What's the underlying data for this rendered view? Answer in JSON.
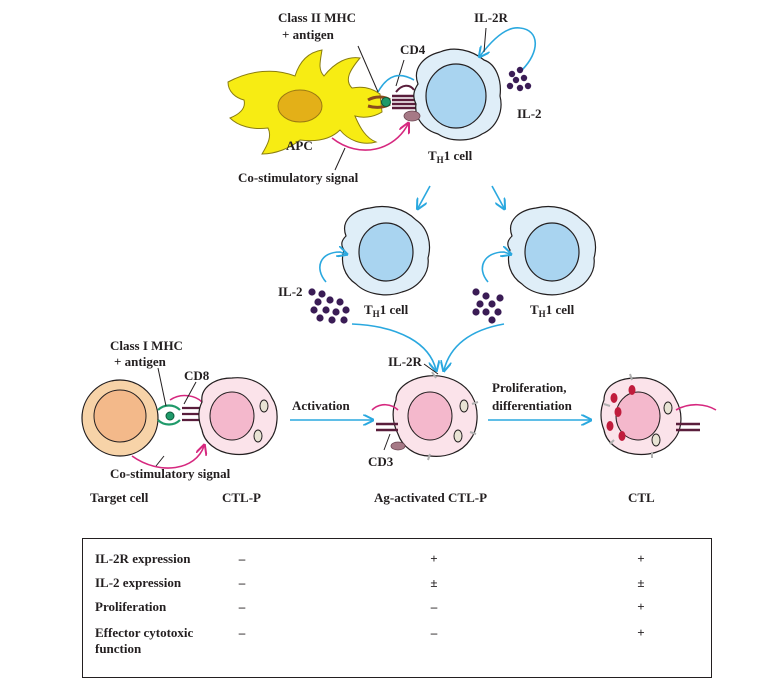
{
  "diagram": {
    "labels": {
      "class2_line1": "Class II MHC",
      "class2_line2": "+ antigen",
      "cd4": "CD4",
      "il2r_top": "IL-2R",
      "il2_top": "IL-2",
      "apc": "APC",
      "th1_top_main": "T",
      "th1_top_sub": "H",
      "th1_top_rest": "1 cell",
      "costim_top": "Co-stimulatory signal",
      "il2_mid": "IL-2",
      "th1_left_main": "T",
      "th1_left_sub": "H",
      "th1_left_rest": "1 cell",
      "th1_right_main": "T",
      "th1_right_sub": "H",
      "th1_right_rest": "1 cell",
      "class1_line1": "Class I MHC",
      "class1_line2": "+ antigen",
      "cd8": "CD8",
      "il2r_mid": "IL-2R",
      "activation": "Activation",
      "prolif_line1": "Proliferation,",
      "prolif_line2": "differentiation",
      "cd3": "CD3",
      "costim_bottom": "Co-stimulatory signal",
      "target_cell": "Target cell",
      "ctlp": "CTL-P",
      "ag_ctlp": "Ag-activated CTL-P",
      "ctl": "CTL"
    },
    "colors": {
      "apc_fill": "#f7ec13",
      "th_fill": "#dfeef8",
      "th_nucleus": "#a9d4f0",
      "ctl_fill": "#fbe3ea",
      "ctl_nucleus": "#f4b8cc",
      "target_fill": "#f7d3a8",
      "target_nucleus": "#f3b98a",
      "arrow_blue": "#2aa8df",
      "signal_magenta": "#d6287f",
      "il2_dots": "#3a1c55",
      "granule": "#c01c3c"
    }
  },
  "table": {
    "rows": [
      {
        "label": "IL-2R expression",
        "values": [
          "–",
          "+",
          "+"
        ]
      },
      {
        "label": "IL-2 expression",
        "values": [
          "–",
          "±",
          "±"
        ]
      },
      {
        "label": "Proliferation",
        "values": [
          "–",
          "–",
          "+"
        ]
      },
      {
        "label": "Effector cytotoxic function",
        "values": [
          "–",
          "–",
          "+"
        ]
      }
    ]
  }
}
